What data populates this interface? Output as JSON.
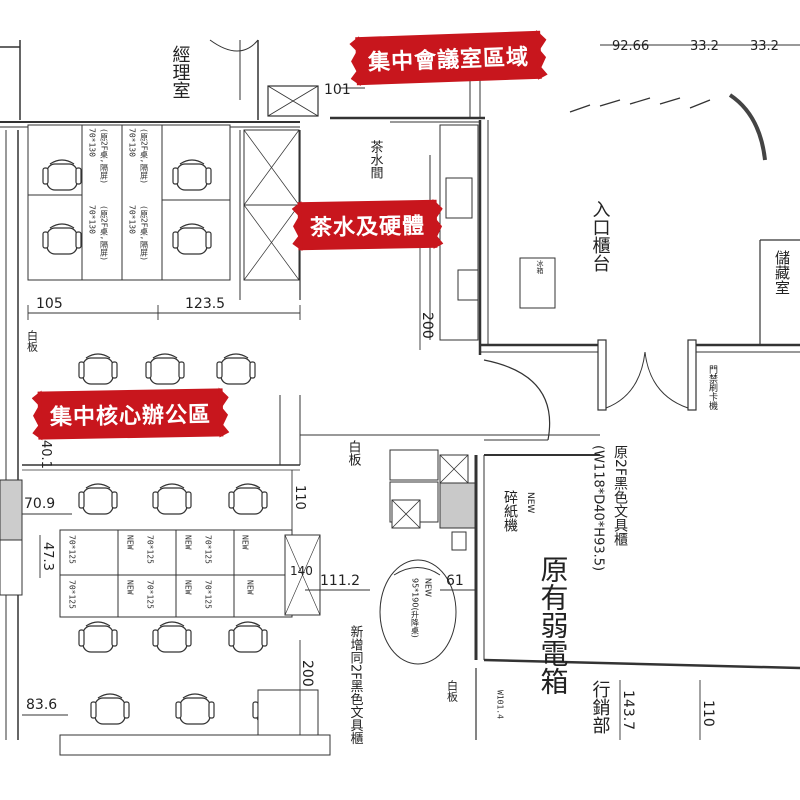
{
  "banners": {
    "meeting": "集中會議室區域",
    "tea": "茶水及硬體",
    "office": "集中核心辦公區"
  },
  "rooms": {
    "manager": "經理室",
    "tea_room": "茶水間",
    "reception": "入口櫃台",
    "storage": "儲藏室",
    "sales": "行銷部",
    "existing_box": "原有弱電箱"
  },
  "dims": {
    "d101": "101",
    "d105": "105",
    "d123": "123.5",
    "d200a": "200",
    "d70_9": "70.9",
    "d47_3": "47.3",
    "d110a": "110",
    "d111": "111.2",
    "d61": "61",
    "d200b": "200",
    "d83": "83.6",
    "d143": "143.7",
    "d110b": "110",
    "d40_1": "40.1",
    "d140": "140",
    "top1": "92.66",
    "top2": "33.2",
    "top3": "33.2"
  },
  "notes": {
    "cabinet_2f": "原2F黑色文具櫃",
    "cabinet_dim": "(W118*D40*H93.5)",
    "shredder_new": "NEW",
    "shredder": "碎紙機",
    "new_table": "NEW",
    "new_table_size": "95*190(升降桌)",
    "new_cabinet": "新增同2F黑色文具櫃",
    "whiteboard": "白板",
    "whiteboard2": "白板",
    "whiteboard3": "白板",
    "fridge": "冰箱",
    "desk_tag": "70*130",
    "desk_tag_sub": "(原2F桌,隔屏)",
    "w101": "W101.4",
    "wall_mount": "門禁刷卡機",
    "new": "NEW",
    "new_desk": "70*125"
  }
}
